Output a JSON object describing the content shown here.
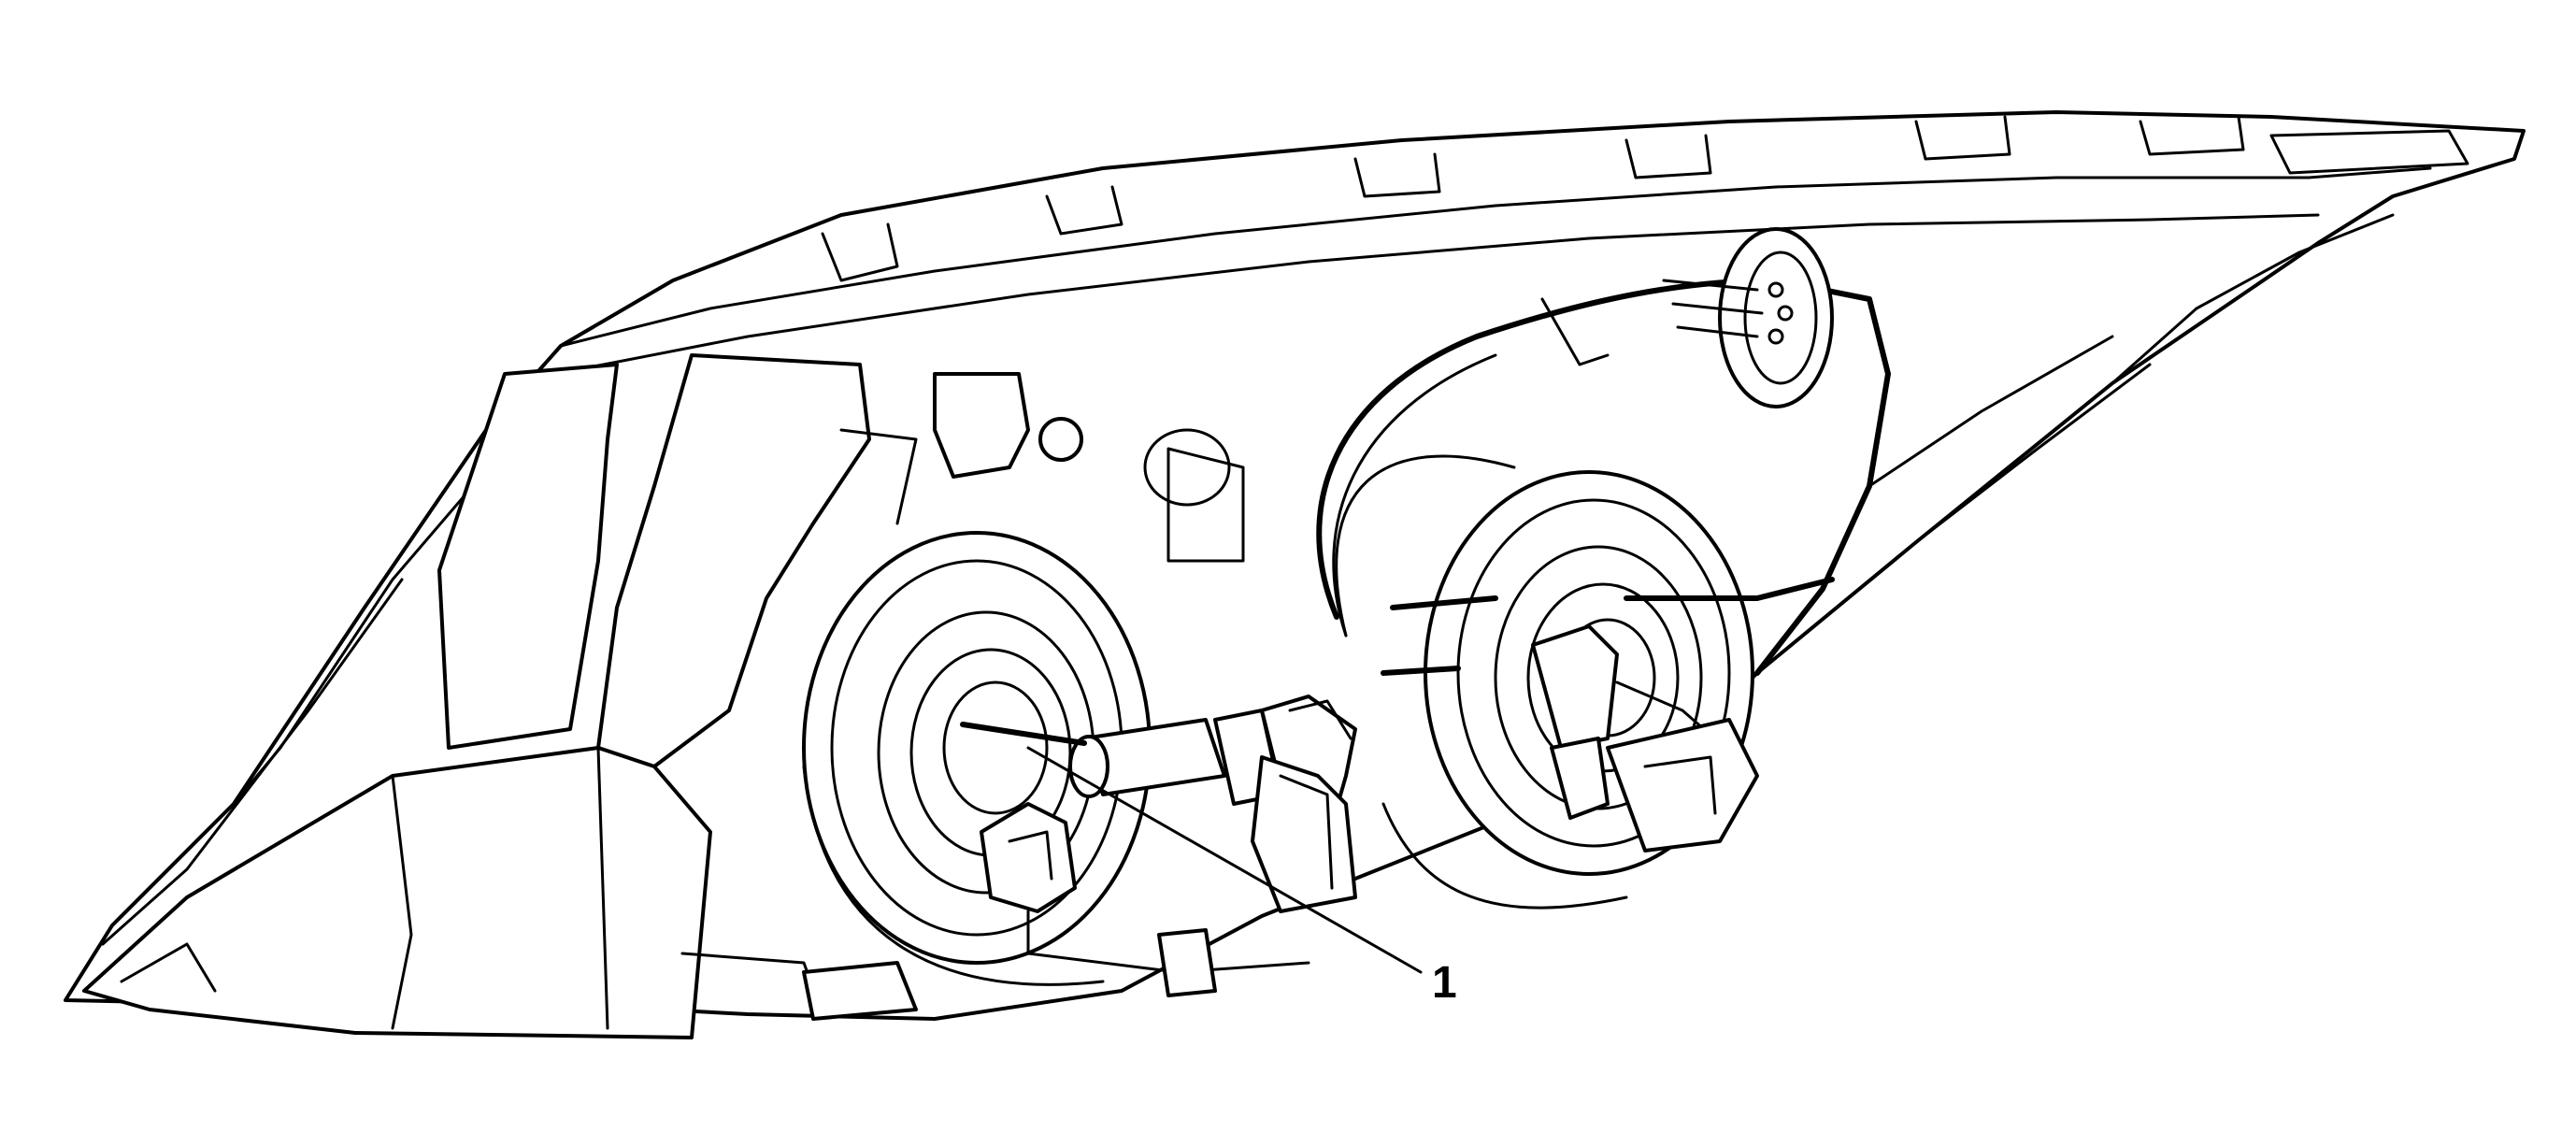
{
  "figure": {
    "subject": "headlamp-assembly-rear-view",
    "colors": {
      "line": "#000000",
      "background": "#ffffff"
    }
  },
  "callouts": [
    {
      "id": 1,
      "label": "1",
      "target": "headlamp-bulb"
    }
  ]
}
